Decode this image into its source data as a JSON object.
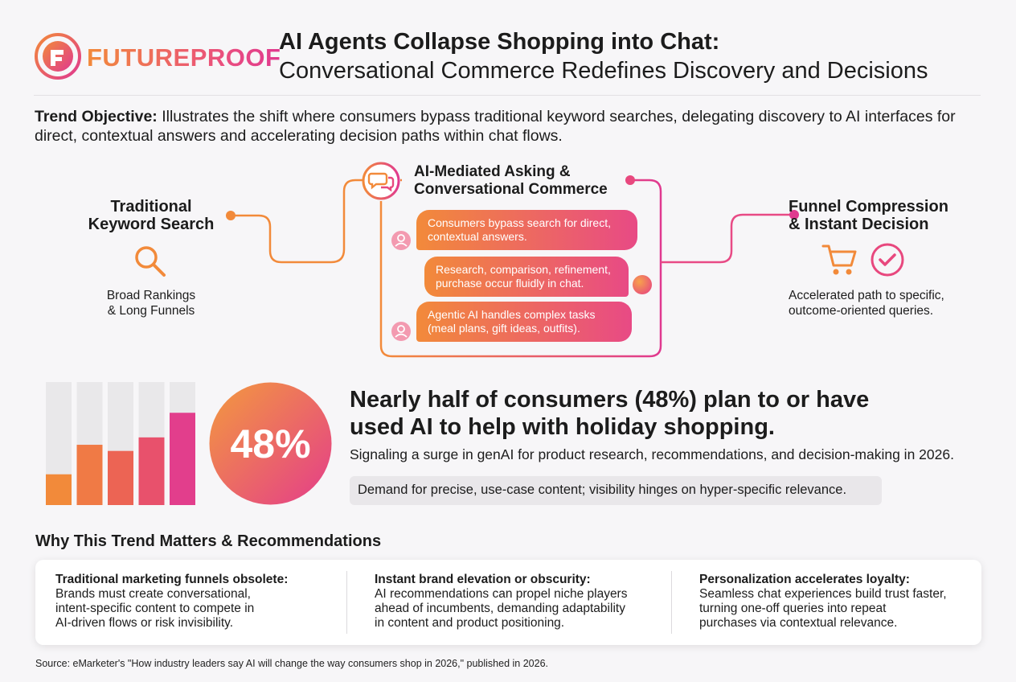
{
  "brand": {
    "logo_text": "FUTUREPROOF",
    "colors": {
      "orange": "#f28a3a",
      "pink": "#e0398f",
      "gradient_mid": "#ea4f7e"
    }
  },
  "header": {
    "title_line1": "AI Agents Collapse Shopping into Chat:",
    "title_line2": "Conversational Commerce Redefines Discovery and Decisions"
  },
  "objective": {
    "label": "Trend Objective:",
    "text": " Illustrates the shift where consumers bypass traditional keyword searches, delegating discovery to AI interfaces for direct, contextual answers and accelerating decision paths within chat flows."
  },
  "flow": {
    "traditional": {
      "title_line1": "Traditional",
      "title_line2": "Keyword Search",
      "icon": "search-icon",
      "sub_line1": "Broad Rankings",
      "sub_line2": "& Long Funnels"
    },
    "ai": {
      "icon": "chat-bubbles-icon",
      "title_line1": "AI-Mediated Asking &",
      "title_line2": "Conversational Commerce",
      "bubbles": [
        {
          "line1": "Consumers bypass search for direct,",
          "line2": "contextual answers."
        },
        {
          "line1": "Research, comparison, refinement,",
          "line2": "purchase occur fluidly in chat."
        },
        {
          "line1": "Agentic AI handles complex tasks",
          "line2": "(meal plans, gift ideas, outfits)."
        }
      ]
    },
    "funnel": {
      "title_line1": "Funnel Compression",
      "title_line2": "& Instant Decision",
      "icons": [
        "shopping-cart-icon",
        "check-circle-icon"
      ],
      "sub_line1": "Accelerated path to specific,",
      "sub_line2": "outcome-oriented queries."
    }
  },
  "stat": {
    "percent": "48%",
    "bars_fill_fraction": [
      0.25,
      0.49,
      0.44,
      0.55,
      0.75
    ],
    "headline_line1": "Nearly half of consumers (48%) plan to or have",
    "headline_line2": "used AI to help with holiday shopping.",
    "subtext": "Signaling a surge in genAI for product research, recommendations, and decision-making in 2026.",
    "callout": "Demand for precise, use-case content; visibility hinges on hyper-specific relevance."
  },
  "why": {
    "title": "Why This Trend Matters & Recommendations",
    "columns": [
      {
        "heading": "Traditional marketing funnels obsolete:",
        "lines": [
          "Brands must create conversational,",
          "intent-specific content to compete in",
          "AI-driven flows or risk invisibility."
        ]
      },
      {
        "heading": "Instant brand elevation or obscurity:",
        "lines": [
          "AI recommendations can propel niche players",
          "ahead of incumbents, demanding adaptability",
          "in content and product positioning."
        ]
      },
      {
        "heading": "Personalization accelerates loyalty:",
        "lines": [
          "Seamless chat experiences build trust faster,",
          "turning one-off queries into repeat",
          "purchases via contextual relevance."
        ]
      }
    ]
  },
  "source": "Source: eMarketer's \"How industry leaders say AI will change the way consumers shop in 2026,\" published in 2026."
}
